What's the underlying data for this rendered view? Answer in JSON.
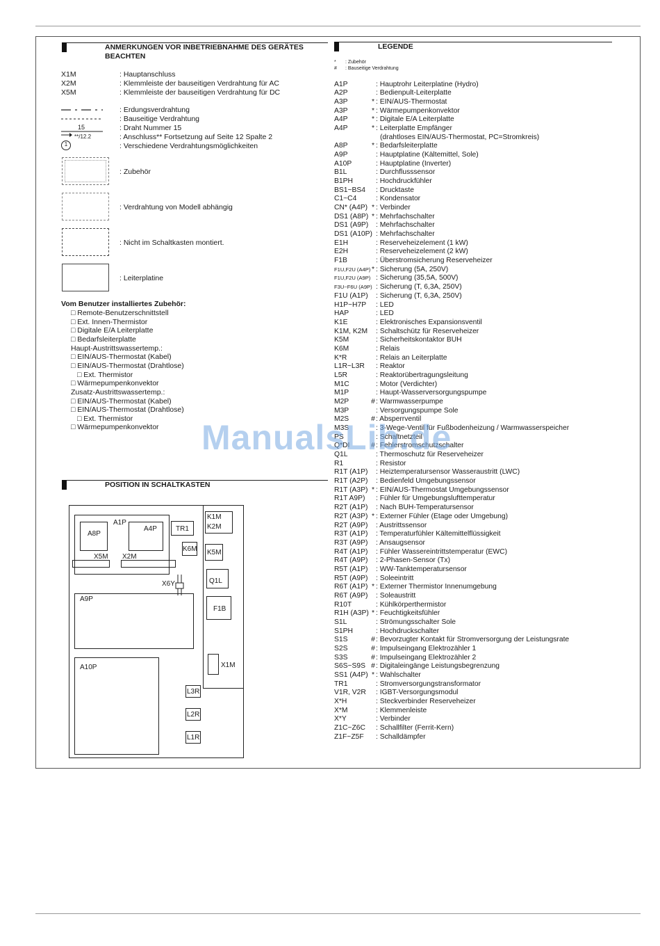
{
  "notes": {
    "title_line1": "ANMERKUNGEN VOR INBETRIEBNAHME DES GERÄTES",
    "title_line2": "BEACHTEN",
    "terminals": [
      {
        "code": "X1M",
        "desc": ": Hauptanschluss"
      },
      {
        "code": "X2M",
        "desc": ": Klemmleiste der bauseitigen Verdrahtung für AC"
      },
      {
        "code": "X5M",
        "desc": ": Klemmleiste der bauseitigen Verdrahtung für DC"
      }
    ],
    "symbols": [
      {
        "symbol": "earth-line",
        "desc": ": Erdungsverdrahtung"
      },
      {
        "symbol": "field-line",
        "desc": ": Bauseitige Verdrahtung"
      },
      {
        "symbol": "wire-number",
        "label": "15",
        "desc": ": Draht Nummer 15"
      },
      {
        "symbol": "continuation",
        "label": "**/12.2",
        "desc": ": Anschluss** Fortsetzung auf Seite 12 Spalte 2"
      },
      {
        "symbol": "circle-option",
        "label": "1",
        "desc": ": Verschiedene Verdrahtungsmöglichkeiten"
      }
    ],
    "boxes": [
      {
        "style": "accessory",
        "desc": ": Zubehör"
      },
      {
        "style": "model",
        "desc": ": Verdrahtung von Modell abhängig"
      },
      {
        "style": "not-in-box",
        "desc": ": Nicht im Schaltkasten montiert."
      },
      {
        "style": "pcb",
        "desc": ": Leiterplatine"
      }
    ],
    "user_accessories_title": "Vom Benutzer installiertes Zubehör:",
    "user_accessories": [
      {
        "text": "□ Remote-Benutzerschnittstell",
        "indent": 1
      },
      {
        "text": "□ Ext. Innen-Thermistor",
        "indent": 1
      },
      {
        "text": "□ Digitale E/A Leiterplatte",
        "indent": 1
      },
      {
        "text": "□ Bedarfsleiterplatte",
        "indent": 1
      },
      {
        "text": "Haupt-Austrittswassertemp.:",
        "indent": 0
      },
      {
        "text": "□ EIN/AUS-Thermostat (Kabel)",
        "indent": 1
      },
      {
        "text": "□ EIN/AUS-Thermostat (Drahtlose)",
        "indent": 1
      },
      {
        "text": "□ Ext. Thermistor",
        "indent": 2
      },
      {
        "text": "□ Wärmepumpenkonvektor",
        "indent": 1
      },
      {
        "text": "Zusatz-Austrittswassertemp.:",
        "indent": 0
      },
      {
        "text": "□ EIN/AUS-Thermostat (Kabel)",
        "indent": 1
      },
      {
        "text": "□ EIN/AUS-Thermostat (Drahtlose)",
        "indent": 1
      },
      {
        "text": "□ Ext. Thermistor",
        "indent": 2
      },
      {
        "text": "□ Wärmepumpenkonvektor",
        "indent": 1
      }
    ]
  },
  "position": {
    "title": "POSITION IN SCHALTKASTEN",
    "labels": {
      "a1p": "A1P",
      "a8p": "A8P",
      "a4p": "A4P",
      "tr1": "TR1",
      "k1m": "K1M",
      "k2m": "K2M",
      "k6m": "K6M",
      "k5m": "K5M",
      "x5m": "X5M",
      "x2m": "X2M",
      "x6y": "X6Y",
      "q1l": "Q1L",
      "a9p": "A9P",
      "f1b": "F1B",
      "a10p": "A10P",
      "x1m": "X1M",
      "l3r": "L3R",
      "l2r": "L2R",
      "l1r": "L1R"
    }
  },
  "legend": {
    "title": "LEGENDE",
    "key": [
      {
        "mark": "*",
        "desc": ": Zubehör"
      },
      {
        "mark": "#",
        "desc": ": Bauseitige Verdrahtung"
      }
    ],
    "rows": [
      {
        "code": "A1P",
        "mark": "",
        "desc": ": Hauptrohr Leiterplatine (Hydro)"
      },
      {
        "code": "A2P",
        "mark": "",
        "desc": ": Bedienpult-Leiterplatte"
      },
      {
        "code": "A3P",
        "mark": "*",
        "desc": ": EIN/AUS-Thermostat"
      },
      {
        "code": "A3P",
        "mark": "*",
        "desc": ": Wärmepumpenkonvektor"
      },
      {
        "code": "A4P",
        "mark": "*",
        "desc": ": Digitale E/A Leiterplatte"
      },
      {
        "code": "A4P",
        "mark": "*",
        "desc": ": Leiterplatte Empfänger"
      },
      {
        "code": "",
        "mark": "",
        "desc": "(drahtloses EIN/AUS-Thermostat, PC=Stromkreis)",
        "indent": true
      },
      {
        "code": "A8P",
        "mark": "*",
        "desc": ": Bedarfsleiterplatte"
      },
      {
        "code": "A9P",
        "mark": "",
        "desc": ": Hauptplatine (Kältemittel, Sole)"
      },
      {
        "code": "A10P",
        "mark": "",
        "desc": ": Hauptplatine (Inverter)"
      },
      {
        "code": "B1L",
        "mark": "",
        "desc": ": Durchflusssensor"
      },
      {
        "code": "B1PH",
        "mark": "",
        "desc": ": Hochdruckfühler"
      },
      {
        "code": "BS1~BS4",
        "mark": "",
        "desc": ": Drucktaste"
      },
      {
        "code": "C1~C4",
        "mark": "",
        "desc": ": Kondensator"
      },
      {
        "code": "CN* (A4P)",
        "mark": "*",
        "desc": ": Verbinder"
      },
      {
        "code": "DS1 (A8P)",
        "mark": "*",
        "desc": ": Mehrfachschalter"
      },
      {
        "code": "DS1 (A9P)",
        "mark": "",
        "desc": ": Mehrfachschalter"
      },
      {
        "code": "DS1 (A10P)",
        "mark": "",
        "desc": ": Mehrfachschalter"
      },
      {
        "code": "E1H",
        "mark": "",
        "desc": ": Reserveheizelement (1 kW)"
      },
      {
        "code": "E2H",
        "mark": "",
        "desc": ": Reserveheizelement (2 kW)"
      },
      {
        "code": "F1B",
        "mark": "",
        "desc": ": Überstromsicherung Reserveheizer"
      },
      {
        "code": "F1U,F2U (A4P)",
        "mark": "*",
        "desc": ": Sicherung (5A, 250V)",
        "small": true
      },
      {
        "code": "F1U,F2U (A9P)",
        "mark": "",
        "desc": ": Sicherung (35,5A, 500V)",
        "small": true
      },
      {
        "code": "F3U~F6U (A9P)",
        "mark": "",
        "desc": ": Sicherung (T, 6,3A, 250V)",
        "small": true
      },
      {
        "code": "F1U (A1P)",
        "mark": "",
        "desc": ": Sicherung (T, 6,3A, 250V)"
      },
      {
        "code": "H1P~H7P",
        "mark": "",
        "desc": ": LED"
      },
      {
        "code": "HAP",
        "mark": "",
        "desc": ": LED"
      },
      {
        "code": "K1E",
        "mark": "",
        "desc": ": Elektronisches Expansionsventil"
      },
      {
        "code": "K1M, K2M",
        "mark": "",
        "desc": ": Schaltschütz für Reserveheizer"
      },
      {
        "code": "K5M",
        "mark": "",
        "desc": ": Sicherheitskontaktor BUH"
      },
      {
        "code": "K6M",
        "mark": "",
        "desc": ": Relais"
      },
      {
        "code": "K*R",
        "mark": "",
        "desc": ": Relais an Leiterplatte"
      },
      {
        "code": "L1R~L3R",
        "mark": "",
        "desc": ": Reaktor"
      },
      {
        "code": "L5R",
        "mark": "",
        "desc": ": Reaktorübertragungsleitung"
      },
      {
        "code": "M1C",
        "mark": "",
        "desc": ": Motor (Verdichter)"
      },
      {
        "code": "M1P",
        "mark": "",
        "desc": ": Haupt-Wasserversorgungspumpe"
      },
      {
        "code": "M2P",
        "mark": "#",
        "desc": ": Warmwasserpumpe"
      },
      {
        "code": "M3P",
        "mark": "",
        "desc": ": Versorgungspumpe Sole"
      },
      {
        "code": "M2S",
        "mark": "#",
        "desc": ": Absperrventil"
      },
      {
        "code": "M3S",
        "mark": "",
        "desc": ": 3-Wege-Ventil für Fußbodenheizung / Warmwasserspeicher"
      },
      {
        "code": "PS",
        "mark": "",
        "desc": ": Schaltnetzteil"
      },
      {
        "code": "Q*DI",
        "mark": "#",
        "desc": ": Fehlerstromschutzschalter"
      },
      {
        "code": "Q1L",
        "mark": "",
        "desc": ": Thermoschutz für Reserveheizer"
      },
      {
        "code": "R1",
        "mark": "",
        "desc": ": Resistor"
      },
      {
        "code": "R1T (A1P)",
        "mark": "",
        "desc": ": Heiztemperatursensor Wasseraustritt (LWC)"
      },
      {
        "code": "R1T (A2P)",
        "mark": "",
        "desc": ": Bedienfeld Umgebungssensor"
      },
      {
        "code": "R1T (A3P)",
        "mark": "*",
        "desc": ": EIN/AUS-Thermostat Umgebungssensor"
      },
      {
        "code": "R1T A9P)",
        "mark": "",
        "desc": ": Fühler für Umgebungslufttemperatur"
      },
      {
        "code": "R2T (A1P)",
        "mark": "",
        "desc": ": Nach BUH-Temperatursensor"
      },
      {
        "code": "R2T (A3P)",
        "mark": "*",
        "desc": ": Externer Fühler (Etage oder Umgebung)"
      },
      {
        "code": "R2T (A9P)",
        "mark": "",
        "desc": ": Austrittssensor"
      },
      {
        "code": "R3T (A1P)",
        "mark": "",
        "desc": ": Temperaturfühler Kältemittelflüssigkeit"
      },
      {
        "code": "R3T (A9P)",
        "mark": "",
        "desc": ": Ansaugsensor"
      },
      {
        "code": "R4T (A1P)",
        "mark": "",
        "desc": ": Fühler Wassereintrittstemperatur (EWC)"
      },
      {
        "code": "R4T (A9P)",
        "mark": "",
        "desc": ": 2-Phasen-Sensor (Tx)"
      },
      {
        "code": "R5T (A1P)",
        "mark": "",
        "desc": ": WW-Tanktemperatursensor"
      },
      {
        "code": "R5T (A9P)",
        "mark": "",
        "desc": ": Soleeintritt"
      },
      {
        "code": "R6T (A1P)",
        "mark": "*",
        "desc": ": Externer Thermistor Innenumgebung"
      },
      {
        "code": "R6T (A9P)",
        "mark": "",
        "desc": ": Soleaustritt"
      },
      {
        "code": "R10T",
        "mark": "",
        "desc": ": Kühlkörperthermistor"
      },
      {
        "code": "R1H (A3P)",
        "mark": "*",
        "desc": ": Feuchtigkeitsfühler"
      },
      {
        "code": "S1L",
        "mark": "",
        "desc": ": Strömungsschalter Sole"
      },
      {
        "code": "S1PH",
        "mark": "",
        "desc": ": Hochdruckschalter"
      },
      {
        "code": "S1S",
        "mark": "#",
        "desc": ": Bevorzugter Kontakt für Stromversorgung der Leistungsrate"
      },
      {
        "code": "S2S",
        "mark": "#",
        "desc": ": Impulseingang Elektrozähler 1"
      },
      {
        "code": "S3S",
        "mark": "#",
        "desc": ": Impulseingang Elektrozähler 2"
      },
      {
        "code": "S6S~S9S",
        "mark": "#",
        "desc": ": Digitaleingänge Leistungsbegrenzung"
      },
      {
        "code": "SS1 (A4P)",
        "mark": "*",
        "desc": ": Wahlschalter"
      },
      {
        "code": "TR1",
        "mark": "",
        "desc": ": Stromversorgungstransformator"
      },
      {
        "code": "V1R, V2R",
        "mark": "",
        "desc": ": IGBT-Versorgungsmodul"
      },
      {
        "code": "X*H",
        "mark": "",
        "desc": ": Steckverbinder Reserveheizer"
      },
      {
        "code": "X*M",
        "mark": "",
        "desc": ": Klemmenleiste"
      },
      {
        "code": "X*Y",
        "mark": "",
        "desc": ": Verbinder"
      },
      {
        "code": "Z1C~Z6C",
        "mark": "",
        "desc": ": Schallfilter (Ferrit-Kern)"
      },
      {
        "code": "Z1F~Z5F",
        "mark": "",
        "desc": ": Schalldämpfer"
      }
    ]
  },
  "watermark": "ManualsLib.de"
}
